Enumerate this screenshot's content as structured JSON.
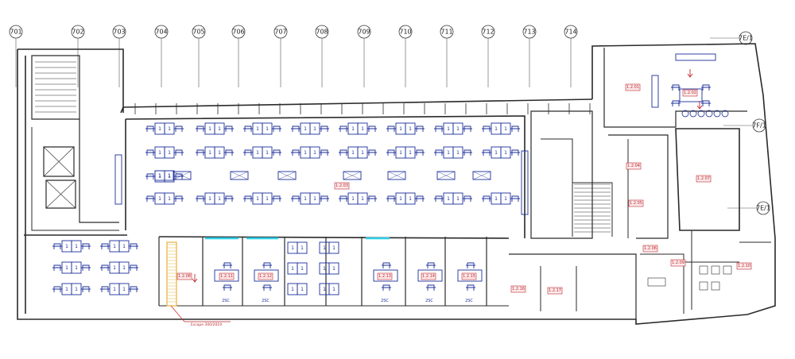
{
  "plan": {
    "colors": {
      "wall": "#2a2a2a",
      "furniture": "#1c2f9a",
      "accent_red": "#c0282d",
      "window_cyan": "#2fd0e8",
      "stair_yellow": "#e8b23c",
      "background": "#ffffff"
    },
    "grid_axes_top": [
      "701",
      "702",
      "703",
      "704",
      "705",
      "706",
      "707",
      "708",
      "709",
      "710",
      "711",
      "712",
      "713",
      "714"
    ],
    "grid_axes_right": [
      "7E/1",
      "7F/1",
      "7E/1"
    ],
    "room_tags": [
      {
        "id": "tag-meeting-room",
        "label": "1.2.01"
      },
      {
        "id": "tag-kitchen",
        "label": "1.2.02"
      },
      {
        "id": "tag-open-plan",
        "label": "1.2.03"
      },
      {
        "id": "tag-server",
        "label": "1.2.04"
      },
      {
        "id": "tag-corridor-1",
        "label": "1.2.05"
      },
      {
        "id": "tag-corridor-2",
        "label": "1.2.06"
      },
      {
        "id": "tag-large-room",
        "label": "1.2.07"
      },
      {
        "id": "tag-lobby",
        "label": "1.2.08"
      },
      {
        "id": "tag-wc-1",
        "label": "1.2.09"
      },
      {
        "id": "tag-wc-2",
        "label": "1.2.10"
      },
      {
        "id": "tag-office-1",
        "label": "1.2.11"
      },
      {
        "id": "tag-office-2",
        "label": "1.2.12"
      },
      {
        "id": "tag-office-3",
        "label": "1.2.13"
      },
      {
        "id": "tag-office-4",
        "label": "1.2.14"
      },
      {
        "id": "tag-office-5",
        "label": "1.2.15"
      },
      {
        "id": "tag-office-6",
        "label": "1.2.16"
      },
      {
        "id": "tag-store",
        "label": "1.2.17"
      }
    ],
    "desk_label": "1",
    "cabinet_label": "2SC",
    "fire_escape_note": "Escape 300/2019"
  }
}
